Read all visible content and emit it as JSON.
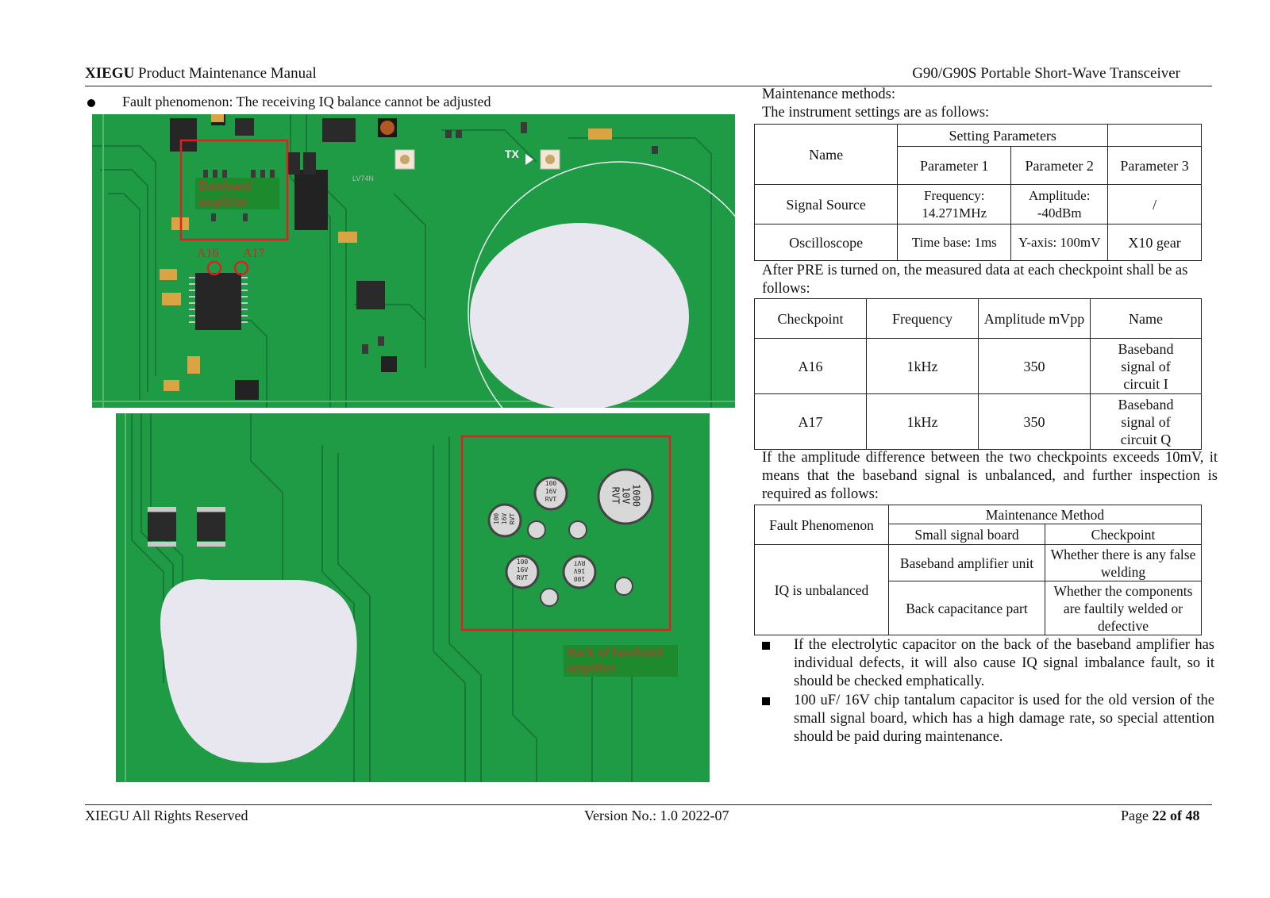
{
  "header": {
    "brand": "XIEGU",
    "left_rest": " Product Maintenance Manual",
    "right": "G90/G90S Portable Short-Wave Transceiver"
  },
  "left": {
    "bullet": "Fault phenomenon: The receiving IQ balance cannot be adjusted",
    "top_image": {
      "label_baseband": "Baseband amplifier",
      "label_a16": "A16",
      "label_a17": "A17",
      "label_tx": "TX",
      "chip_text": "LV74N"
    },
    "bottom_image": {
      "label_back": "Back of baseband amplifier",
      "caps": [
        {
          "l1": "1000",
          "l2": "10V",
          "l3": "RVT"
        },
        {
          "l1": "100",
          "l2": "16V",
          "l3": "RVT"
        },
        {
          "l1": "100",
          "l2": "16V",
          "l3": "RVT"
        },
        {
          "l1": "100",
          "l2": "16V",
          "l3": "RVT"
        },
        {
          "l1": "100",
          "l2": "16V",
          "l3": "RVT"
        }
      ]
    }
  },
  "right": {
    "intro1": "Maintenance methods:",
    "intro2": "The instrument settings are as follows:",
    "table1": {
      "h_name": "Name",
      "h_setting": "Setting Parameters",
      "h_p1": "Parameter 1",
      "h_p2": "Parameter 2",
      "h_p3": "Parameter 3",
      "rows": [
        {
          "name": "Signal Source",
          "p1": "Frequency: 14.271MHz",
          "p2": "Amplitude: -40dBm",
          "p3": "/"
        },
        {
          "name": "Oscilloscope",
          "p1": "Time base: 1ms",
          "p2": "Y-axis: 100mV",
          "p3": "X10 gear"
        }
      ]
    },
    "after_pre": "After PRE is turned on, the measured data at each checkpoint shall be as follows:",
    "table2": {
      "h_checkpoint": "Checkpoint",
      "h_frequency": "Frequency",
      "h_amplitude": "Amplitude mVpp",
      "h_name": "Name",
      "rows": [
        {
          "checkpoint": "A16",
          "frequency": "1kHz",
          "amplitude": "350",
          "name": "Baseband signal of circuit I"
        },
        {
          "checkpoint": "A17",
          "frequency": "1kHz",
          "amplitude": "350",
          "name": "Baseband signal of circuit Q"
        }
      ]
    },
    "diff_text": "If the amplitude difference between the two checkpoints exceeds 10mV, it means that the baseband signal is unbalanced, and further inspection is required as follows:",
    "table3": {
      "h_fault": "Fault Phenomenon",
      "h_method": "Maintenance Method",
      "h_board": "Small signal board",
      "h_checkpoint": "Checkpoint",
      "fault": "IQ is unbalanced",
      "rows": [
        {
          "part": "Baseband amplifier unit",
          "check": "Whether there is any false welding"
        },
        {
          "part": "Back capacitance part",
          "check": "Whether the components are faultily welded or defective"
        }
      ]
    },
    "note1": "If the electrolytic capacitor on the back of the baseband amplifier has individual defects, it will also cause IQ signal imbalance fault, so it should be checked emphatically.",
    "note2": "100 uF/ 16V chip tantalum capacitor is used for the old version of the small signal board, which has a high damage rate, so special attention should be paid during maintenance."
  },
  "footer": {
    "left": "XIEGU All Rights Reserved",
    "center": "Version No.: 1.0 2022-07",
    "page_prefix": "Page ",
    "page_num": "22",
    "page_of": " of ",
    "page_total": "48"
  }
}
